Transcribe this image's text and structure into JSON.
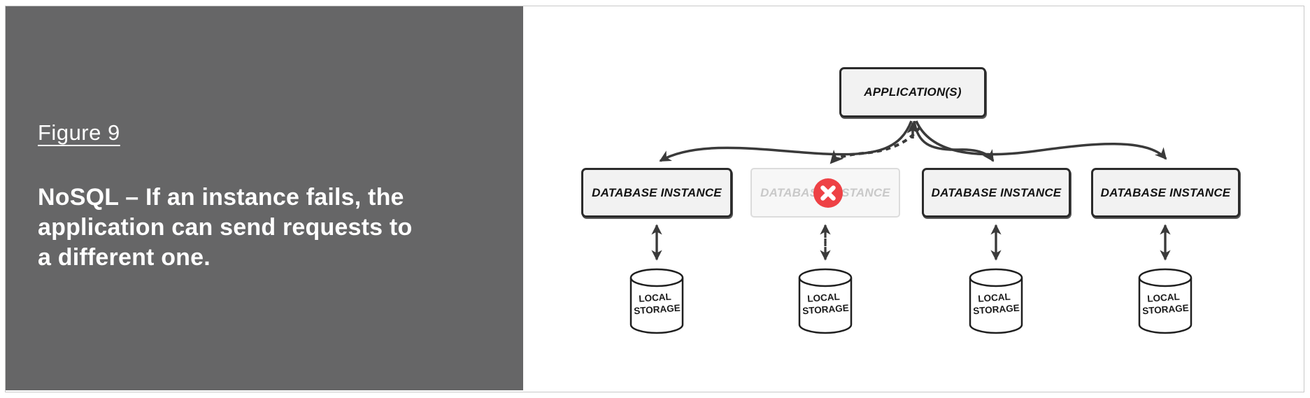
{
  "left_panel": {
    "figure_label": "Figure 9",
    "caption_lines": [
      "NoSQL – If an instance fails, the",
      "application can send requests to",
      "a different one."
    ],
    "background_color": "#666667",
    "text_color": "#ffffff"
  },
  "diagram": {
    "application_label": "APPLICATION(S)",
    "instances": [
      {
        "label": "DATABASE INSTANCE",
        "status": "active"
      },
      {
        "label": "DATABASE INSTANCE",
        "status": "failed"
      },
      {
        "label": "DATABASE INSTANCE",
        "status": "active"
      },
      {
        "label": "DATABASE INSTANCE",
        "status": "active"
      }
    ],
    "storage_label_line1": "LOCAL",
    "storage_label_line2": "STORAGE",
    "error_icon": "x-circle",
    "colors": {
      "box_fill": "#f2f2f2",
      "box_border": "#2b2b2b",
      "failed_fill": "#f7f7f7",
      "failed_border": "#dcdcdc",
      "failed_text": "#c9c9c9",
      "arrow": "#3a3a3a",
      "error_red": "#ee4145",
      "frame_border": "#c9c9c9"
    }
  }
}
